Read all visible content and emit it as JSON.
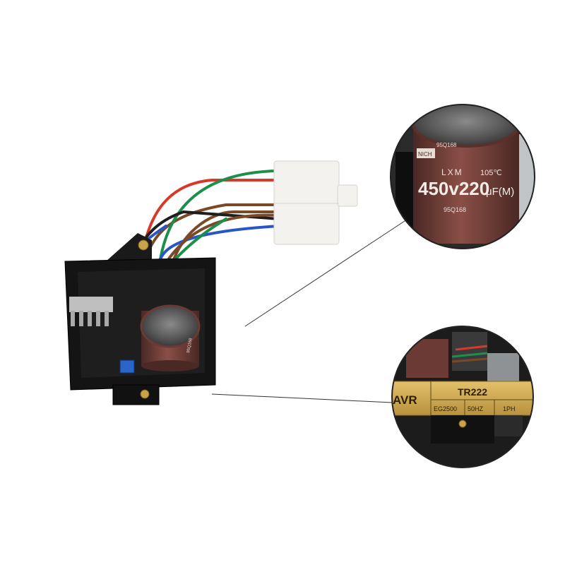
{
  "capacitor_zoom": {
    "brand_tag": "NICH",
    "series": "LXM",
    "temp_rating": "105℃",
    "voltage_capacitance": "450v220",
    "unit": "μF(M)",
    "lot_code": "95Q168",
    "lot_code_top": "95Q168"
  },
  "label_zoom": {
    "device_type": "AVR",
    "model": "TR222",
    "generator_model": "EG2500",
    "frequency": "50HZ",
    "phase": "1PH"
  },
  "main_capacitor_code": "95Q168",
  "colors": {
    "housing": "#141414",
    "capacitor": "#6b3a34",
    "label_gold": "#d7b15a",
    "wire_red": "#d63a2a",
    "wire_green": "#1e8f4a",
    "wire_brown": "#7a4a28",
    "wire_blue": "#2a55c9"
  }
}
